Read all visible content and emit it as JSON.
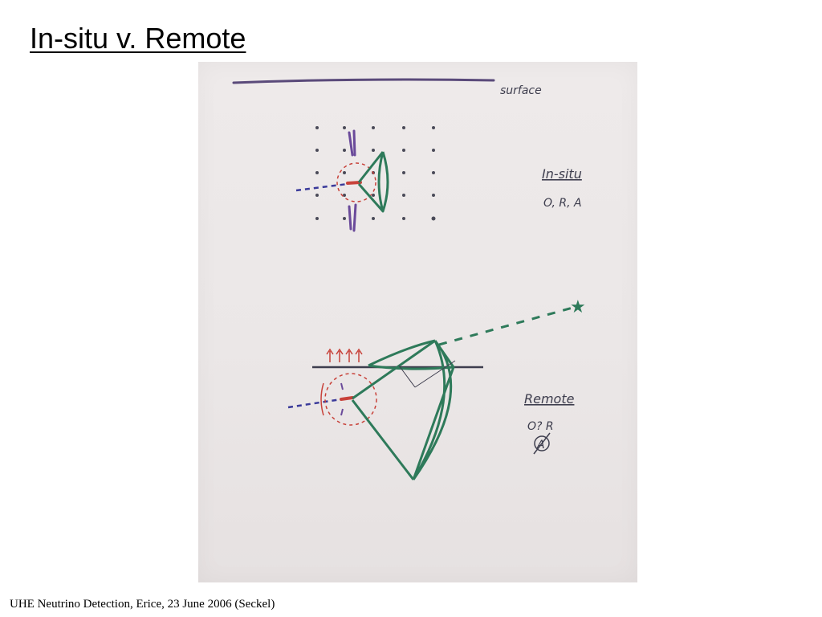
{
  "slide": {
    "title": "In-situ v. Remote",
    "footer": "UHE Neutrino Detection, Erice, 23 June 2006 (Seckel)"
  },
  "sketch": {
    "surface_label": "surface",
    "insitu_label": "In-situ",
    "insitu_note": "O, R, A",
    "remote_label": "Remote",
    "remote_note": "O? R",
    "remote_crossed": "A"
  },
  "colors": {
    "ink_purple": "#5a4a7a",
    "ink_green": "#2e7a5a",
    "ink_red": "#c8423a",
    "ink_blue": "#3a3a9a",
    "ink_gray": "#3e3e4e"
  }
}
